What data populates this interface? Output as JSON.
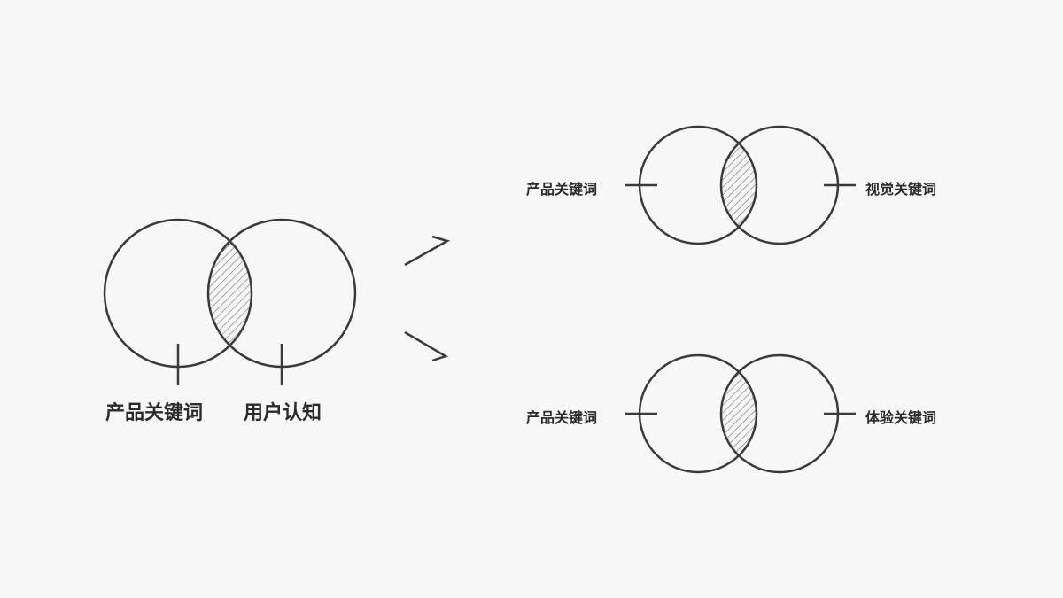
{
  "left_venn": {
    "label_a": "产品关键词",
    "label_b": "用户认知"
  },
  "top_venn": {
    "label_a": "产品关键词",
    "label_b": "视觉关键词"
  },
  "bottom_venn": {
    "label_a": "产品关键词",
    "label_b": "体验关键词"
  },
  "colors": {
    "stroke": "#3a3a3a",
    "hatch": "#777777",
    "background": "#f7f7f7"
  }
}
